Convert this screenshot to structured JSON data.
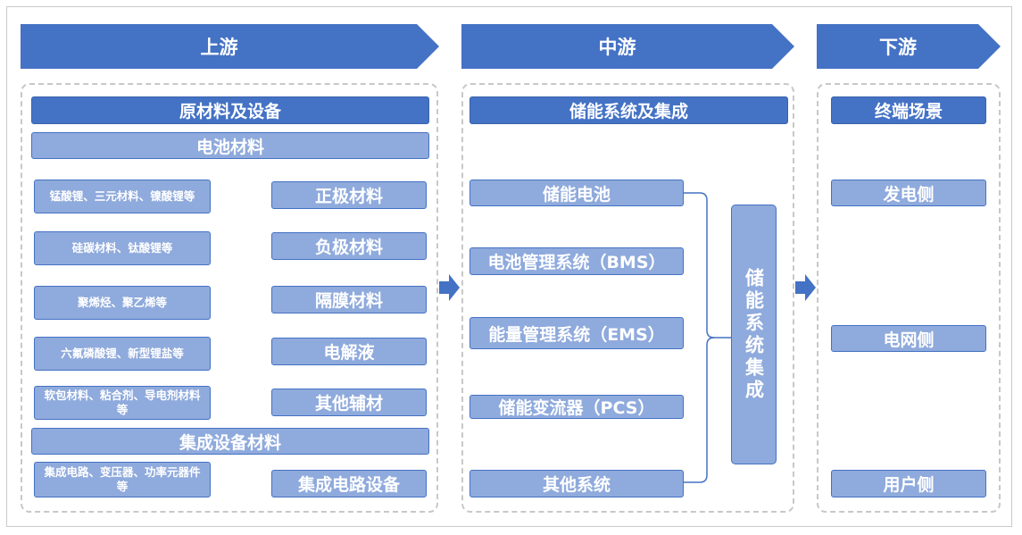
{
  "stages": {
    "upstream": "上游",
    "midstream": "中游",
    "downstream": "下游"
  },
  "upstream": {
    "header": "原材料及设备",
    "battery_materials": "电池材料",
    "rows": [
      {
        "detail": "锰酸锂、三元材料、镍酸锂等",
        "category": "正极材料"
      },
      {
        "detail": "硅碳材料、钛酸锂等",
        "category": "负极材料"
      },
      {
        "detail": "聚烯烃、聚乙烯等",
        "category": "隔膜材料"
      },
      {
        "detail": "六氟磷酸锂、新型锂盐等",
        "category": "电解液"
      },
      {
        "detail": "软包材料、粘合剂、导电剂材料等",
        "category": "其他辅材"
      }
    ],
    "integrated_equipment": "集成设备材料",
    "ic_row": {
      "detail": "集成电路、变压器、功率元器件等",
      "category": "集成电路设备"
    }
  },
  "midstream": {
    "header": "储能系统及集成",
    "items": [
      "储能电池",
      "电池管理系统（BMS）",
      "能量管理系统（EMS）",
      "储能变流器（PCS）",
      "其他系统"
    ],
    "integration": "储能系统集成"
  },
  "downstream": {
    "header": "终端场景",
    "items": [
      "发电侧",
      "电网侧",
      "用户侧"
    ]
  },
  "colors": {
    "primary": "#4472c4",
    "secondary": "#8faadc"
  }
}
